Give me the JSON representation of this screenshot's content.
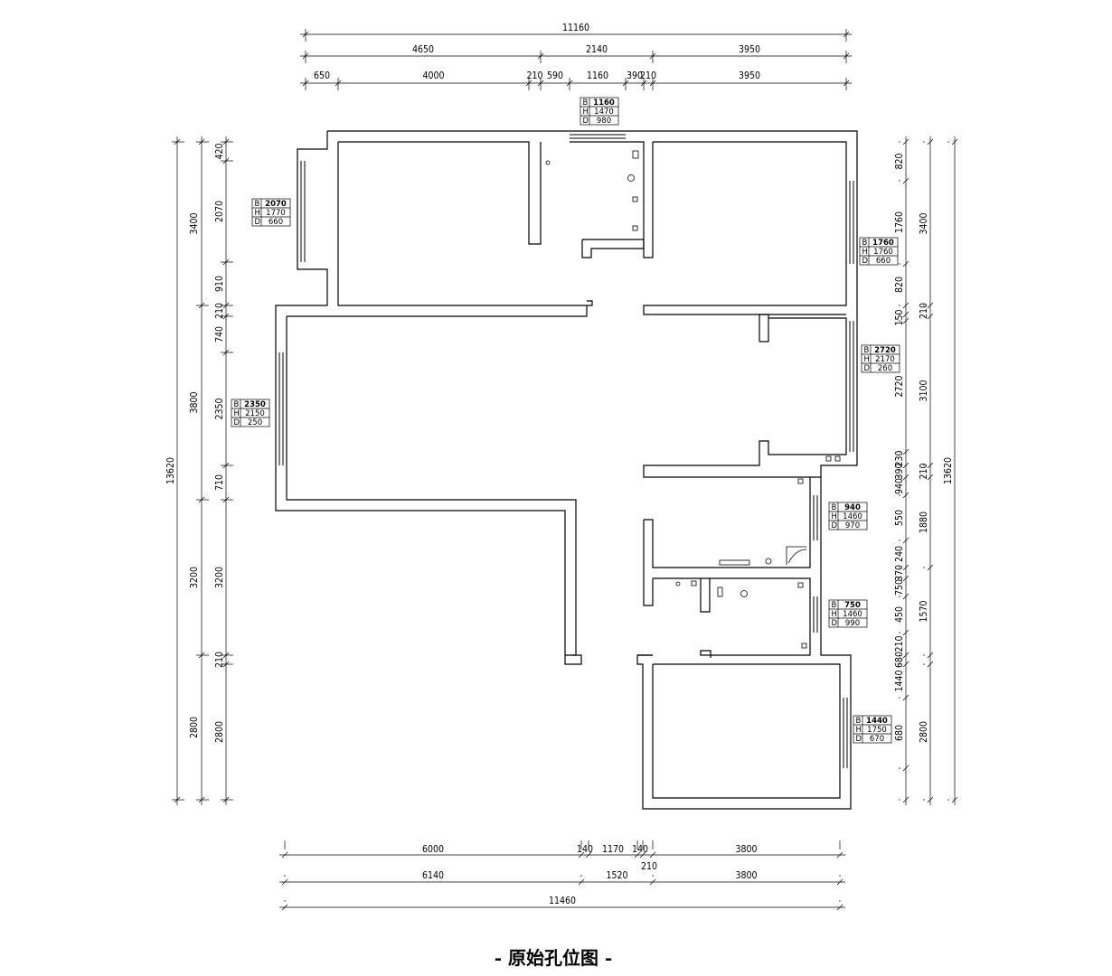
{
  "title": "- 原始孔位图 -",
  "dims": {
    "top_total": "11160",
    "top_1": [
      "4650",
      "2140",
      "3950"
    ],
    "top_2": [
      "650",
      "4000",
      "210",
      "590",
      "1160",
      "390",
      "210",
      "3950"
    ],
    "bottom_1": [
      "6000",
      "140",
      "1170",
      "140",
      "3800"
    ],
    "bottom_2": [
      "210",
      "6140",
      "1520",
      "3800"
    ],
    "bottom_total": "11460",
    "left_total": "13620",
    "left_1": [
      "3400",
      "3800",
      "3200",
      "2800"
    ],
    "left_2": [
      "420",
      "2070",
      "910",
      "210",
      "740",
      "2350",
      "710",
      "3200",
      "210",
      "2800"
    ],
    "right_total": "13620",
    "right_1": [
      "3400",
      "210",
      "3100",
      "210",
      "1880",
      "1570",
      "2800"
    ],
    "right_2": [
      "820",
      "1760",
      "820",
      "150",
      "2720",
      "230",
      "390",
      "940",
      "550",
      "240",
      "370",
      "750",
      "450",
      "210",
      "680",
      "1440",
      "680"
    ]
  },
  "windows": [
    {
      "id": "w-top",
      "B": "1160",
      "H": "1470",
      "D": "980"
    },
    {
      "id": "w-left-upper",
      "B": "2070",
      "H": "1770",
      "D": "660"
    },
    {
      "id": "w-right-upper",
      "B": "1760",
      "H": "1760",
      "D": "660"
    },
    {
      "id": "w-left-mid",
      "B": "2350",
      "H": "2150",
      "D": "250"
    },
    {
      "id": "w-right-mid",
      "B": "2720",
      "H": "2170",
      "D": "260"
    },
    {
      "id": "w-right-940",
      "B": "940",
      "H": "1460",
      "D": "970"
    },
    {
      "id": "w-right-750",
      "B": "750",
      "H": "1460",
      "D": "990"
    },
    {
      "id": "w-right-lower",
      "B": "1440",
      "H": "1750",
      "D": "670"
    }
  ],
  "table_labels": [
    "B",
    "H",
    "D"
  ]
}
